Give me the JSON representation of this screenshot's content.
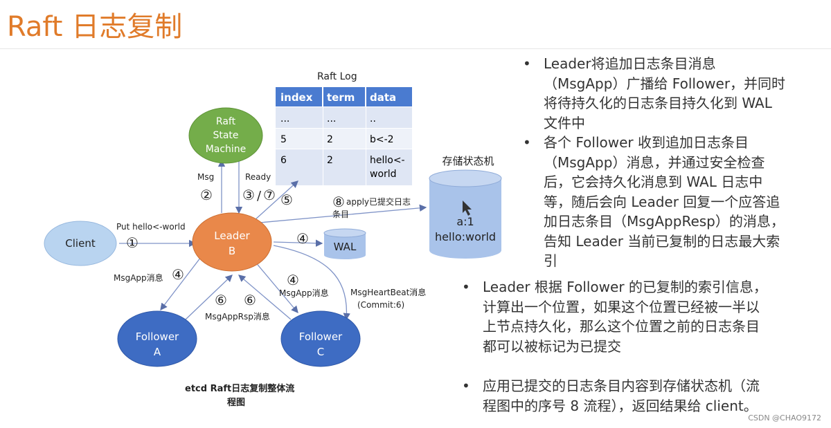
{
  "title": "Raft 日志复制",
  "diagram": {
    "raft_log_title": "Raft Log",
    "table_headers": [
      "index",
      "term",
      "data"
    ],
    "table_rows": [
      [
        "...",
        "...",
        ".."
      ],
      [
        "5",
        "2",
        "b<-2"
      ],
      [
        "6",
        "2",
        "hello<-\nworld"
      ]
    ],
    "nodes": {
      "state_machine": [
        "Raft",
        "State",
        "Machine"
      ],
      "leader": [
        "Leader",
        "B"
      ],
      "client": "Client",
      "follower_a": [
        "Follower",
        "A"
      ],
      "follower_c": [
        "Follower",
        "C"
      ],
      "wal": "WAL",
      "storage_title": "存储状态机",
      "storage_lines": [
        "a:1",
        "hello:world"
      ]
    },
    "labels": {
      "msg": "Msg",
      "ready": "Ready",
      "put": "Put hello<-world",
      "apply": "apply已提交日志",
      "apply2": "条目",
      "msgapp_left": "MsgApp消息",
      "msgapp_right": "MsgApp消息",
      "msgapprsp": "MsgAppRsp消息",
      "heartbeat": "MsgHeartBeat消息",
      "commit": "(Commit:6)",
      "slash": "/"
    },
    "circled": {
      "c1": "①",
      "c2": "②",
      "c3": "③",
      "c7": "⑦",
      "c4": "④",
      "c5": "⑤",
      "c6": "⑥",
      "c8": "⑧"
    },
    "caption": [
      "etcd Raft日志复制整体流",
      "程图"
    ]
  },
  "bullets": [
    "Leader将追加日志条目消息\n（MsgApp）广播给 Follower，并同时\n将待持久化的日志条目持久化到 WAL\n文件中",
    "各个 Follower 收到追加日志条目\n（MsgApp）消息，并通过安全检查\n后，它会持久化消息到 WAL 日志中\n等，随后会向 Leader 回复一个应答追\n加日志条目（MsgAppResp）的消息，\n告知 Leader 当前已复制的日志最大索\n引",
    " Leader 根据 Follower 的已复制的索引信息，\n计算出一个位置，如果这个位置已经被一半以\n上节点持久化，那么这个位置之前的日志条目\n都可以被标记为已提交",
    "应用已提交的日志条目内容到存储状态机（流\n程图中的序号 8 流程），返回结果给 client。"
  ],
  "bullet_mark": "•",
  "watermark": "CSDN @CHAO9172",
  "colors": {
    "title": "#e07b2a",
    "leader": "#e88a4a",
    "state_machine": "#7bb04a",
    "follower": "#3f6fc6",
    "client": "#b7d3f2",
    "table_header": "#4a7bd0",
    "table_row": "#e9eef8",
    "cylinder": "#a9c3ea"
  }
}
